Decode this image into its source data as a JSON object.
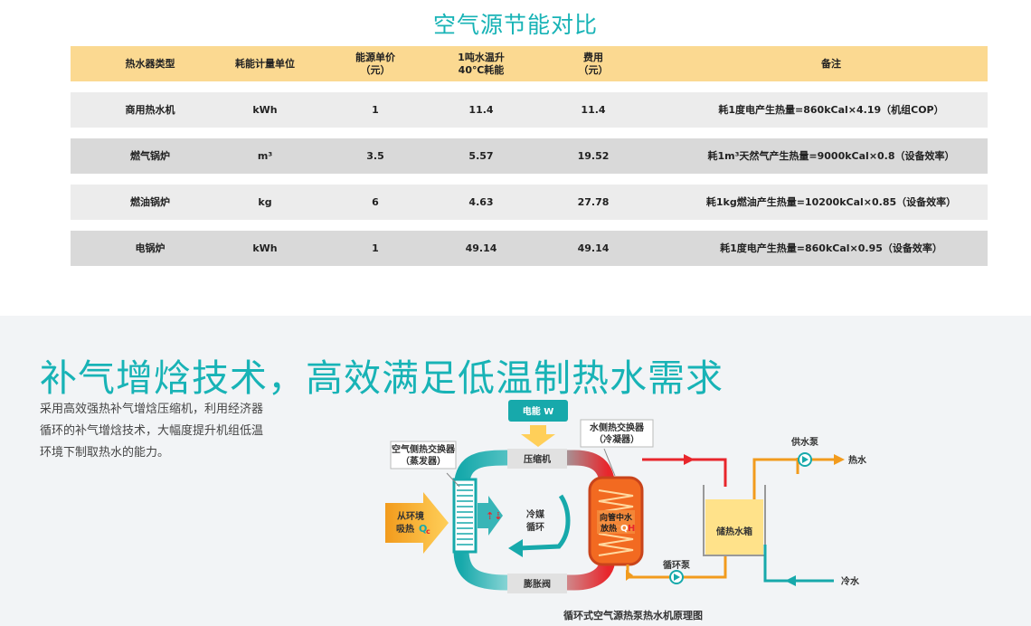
{
  "comparison": {
    "title": "空气源节能对比",
    "columns": [
      "热水器类型",
      "耗能计量单位",
      "能源单价\n（元）",
      "1吨水温升\n40℃耗能",
      "费用\n（元）",
      "备注"
    ],
    "rows": [
      [
        "商用热水机",
        "kWh",
        "1",
        "11.4",
        "11.4",
        "耗1度电产生热量=860kCal×4.19（机组COP）"
      ],
      [
        "燃气锅炉",
        "m³",
        "3.5",
        "5.57",
        "19.52",
        "耗1m³天然气产生热量=9000kCal×0.8（设备效率）"
      ],
      [
        "燃油锅炉",
        "kg",
        "6",
        "4.63",
        "27.78",
        "耗1kg燃油产生热量=10200kCal×0.85（设备效率）"
      ],
      [
        "电锅炉",
        "kWh",
        "1",
        "49.14",
        "49.14",
        "耗1度电产生热量=860kCal×0.95（设备效率）"
      ]
    ]
  },
  "feature": {
    "slogan": "补气增焓技术，高效满足低温制热水需求",
    "description": "采用高效强热补气增焓压缩机，利用经济器循环的补气增焓技术，大幅度提升机组低温环境下制取热水的能力。"
  },
  "diagram": {
    "power_label": "电能 W",
    "evaporator_label_1": "空气侧热交换器",
    "evaporator_label_2": "（蒸发器）",
    "compressor": "压缩机",
    "expansion_valve": "膨胀阀",
    "refrigerant_1": "冷媒",
    "refrigerant_2": "循环",
    "ambient_1": "从环境",
    "ambient_2": "吸热",
    "qc_letter": "Q",
    "qc_sub": "c",
    "condenser_label_1": "水侧热交换器",
    "condenser_label_2": "（冷凝器）",
    "release_1": "向管中水",
    "release_2": "放热",
    "qh_q": "Q",
    "qh_h": "H",
    "tank": "储热水箱",
    "supply_pump": "供水泵",
    "hot_water": "热水",
    "circ_pump": "循环泵",
    "cold_water": "冷水",
    "caption": "循环式空气源热泵热水机原理图",
    "colors": {
      "teal": "#17a9ab",
      "red": "#e8262c",
      "orange": "#f29b1d",
      "tank": "#ffe28a"
    }
  }
}
